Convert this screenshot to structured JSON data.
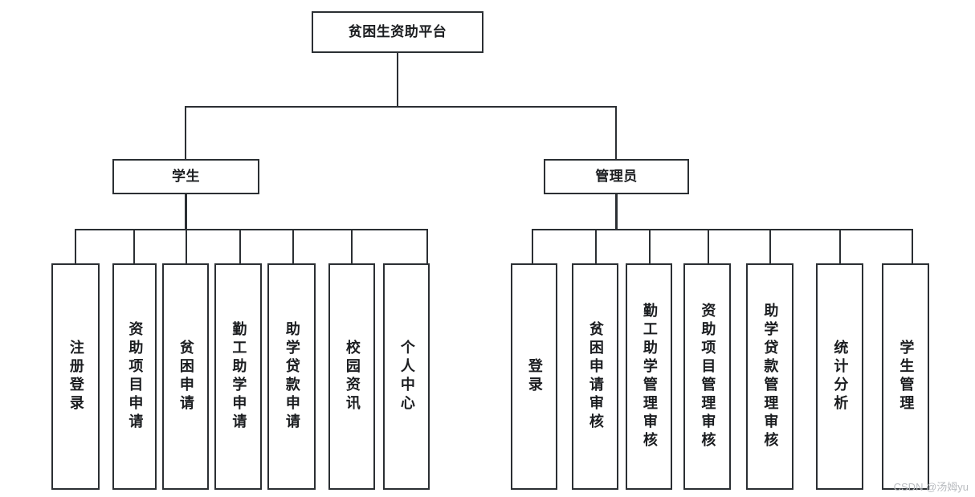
{
  "diagram": {
    "type": "tree",
    "title": "贫困生资助平台",
    "orientation": "top-down",
    "levels": 3,
    "box_border_color": "#2b2f33",
    "box_fill_color": "#ffffff",
    "text_color": "#1b1d20"
  },
  "root": {
    "label": "贫困生资助平台"
  },
  "branches": [
    {
      "label": "学生"
    },
    {
      "label": "管理员"
    }
  ],
  "student_leaves": [
    {
      "label": "注册登录"
    },
    {
      "label": "资助项目申请"
    },
    {
      "label": "贫困申请"
    },
    {
      "label": "勤工助学申请"
    },
    {
      "label": "助学贷款申请"
    },
    {
      "label": "校园资讯"
    },
    {
      "label": "个人中心"
    }
  ],
  "admin_leaves": [
    {
      "label": "登录"
    },
    {
      "label": "贫困申请审核"
    },
    {
      "label": "勤工助学管理审核"
    },
    {
      "label": "资助项目管理审核"
    },
    {
      "label": "助学贷款管理审核"
    },
    {
      "label": "统计分析"
    },
    {
      "label": "学生管理"
    }
  ],
  "watermark": {
    "text": "CSDN @汤姆yu"
  }
}
